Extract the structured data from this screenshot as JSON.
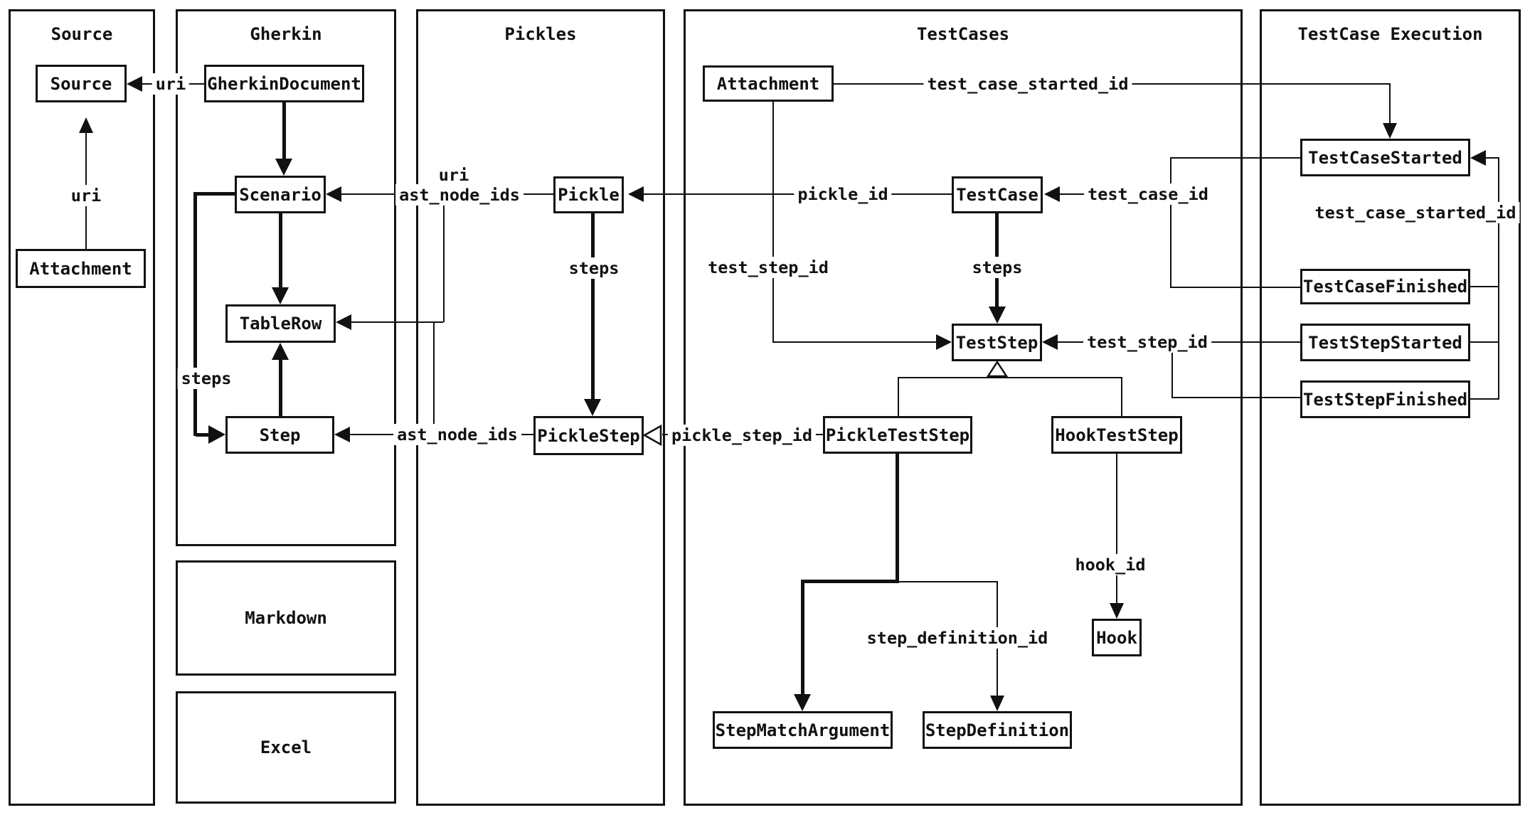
{
  "columns": {
    "source": "Source",
    "gherkin": "Gherkin",
    "pickles": "Pickles",
    "testcases": "TestCases",
    "execution": "TestCase Execution"
  },
  "nodes": {
    "source": "Source",
    "attachment_source": "Attachment",
    "gherkin_document": "GherkinDocument",
    "scenario": "Scenario",
    "table_row": "TableRow",
    "step": "Step",
    "markdown": "Markdown",
    "excel": "Excel",
    "pickle": "Pickle",
    "pickle_step": "PickleStep",
    "attachment_testcases": "Attachment",
    "test_case": "TestCase",
    "test_step": "TestStep",
    "pickle_test_step": "PickleTestStep",
    "hook_test_step": "HookTestStep",
    "hook": "Hook",
    "step_match_argument": "StepMatchArgument",
    "step_definition": "StepDefinition",
    "test_case_started": "TestCaseStarted",
    "test_case_finished": "TestCaseFinished",
    "test_step_started": "TestStepStarted",
    "test_step_finished": "TestStepFinished"
  },
  "edge_labels": {
    "gherkin_document_uri": "uri",
    "attachment_uri": "uri",
    "pickle_uri": "uri",
    "pickle_ast_node_ids": "ast_node_ids",
    "pickle_step_ast_node_ids": "ast_node_ids",
    "scenario_steps": "steps",
    "pickle_steps": "steps",
    "test_case_steps": "steps",
    "pickle_id": "pickle_id",
    "pickle_step_id": "pickle_step_id",
    "attachment_test_case_started_id": "test_case_started_id",
    "attachment_test_step_id": "test_step_id",
    "test_case_id": "test_case_id",
    "execution_test_case_started_id": "test_case_started_id",
    "execution_test_step_id": "test_step_id",
    "hook_id": "hook_id",
    "step_definition_id": "step_definition_id"
  },
  "colors": {
    "ink": "#111111",
    "background": "#ffffff"
  }
}
